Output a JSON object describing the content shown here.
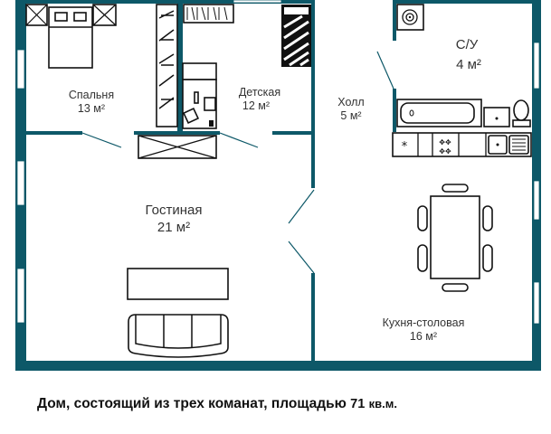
{
  "rooms": {
    "bedroom": {
      "name": "Спальня",
      "area": "13 м²"
    },
    "kids": {
      "name": "Детская",
      "area": "12 м²"
    },
    "hall": {
      "name": "Холл",
      "area": "5 м²"
    },
    "bathroom": {
      "name": "С/У",
      "area": "4 м²"
    },
    "living": {
      "name": "Гостиная",
      "area": "21 м²"
    },
    "kitchen": {
      "name": "Кухня-столовая",
      "area": "16 м²"
    }
  },
  "caption": {
    "text": "Дом, состоящий из трех команат, площадью",
    "number": "71",
    "unit": "кв.м."
  },
  "colors": {
    "wall": "#0d5868"
  }
}
